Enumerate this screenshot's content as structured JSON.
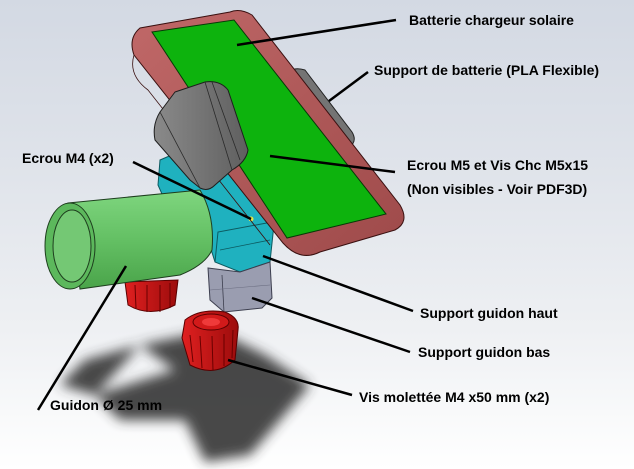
{
  "diagram": {
    "title": "Support de batterie solaire pour guidon de vélo (vue 3D éclatée annotée)",
    "colors": {
      "battery_panel": "#0db30d",
      "battery_frame": "#b65c5c",
      "battery_support": "#7a7a7a",
      "upper_clamp": "#1fb1bf",
      "lower_clamp": "#9a9db0",
      "thumb_screw": "#c41414",
      "handlebar": "#64c064"
    },
    "labels": [
      {
        "id": "battery",
        "text": "Batterie chargeur solaire"
      },
      {
        "id": "battery-support",
        "text": "Support de batterie (PLA Flexible)"
      },
      {
        "id": "nut-m4",
        "text": "Ecrou M4 (x2)"
      },
      {
        "id": "nut-m5-line1",
        "text": "Ecrou M5 et Vis Chc M5x15"
      },
      {
        "id": "nut-m5-line2",
        "text": "(Non visibles - Voir PDF3D)"
      },
      {
        "id": "clamp-top",
        "text": "Support guidon haut"
      },
      {
        "id": "clamp-bottom",
        "text": "Support guidon bas"
      },
      {
        "id": "thumb-screw",
        "text": "Vis molettée M4 x50 mm (x2)"
      },
      {
        "id": "handlebar",
        "text": "Guidon Ø 25 mm"
      }
    ]
  }
}
